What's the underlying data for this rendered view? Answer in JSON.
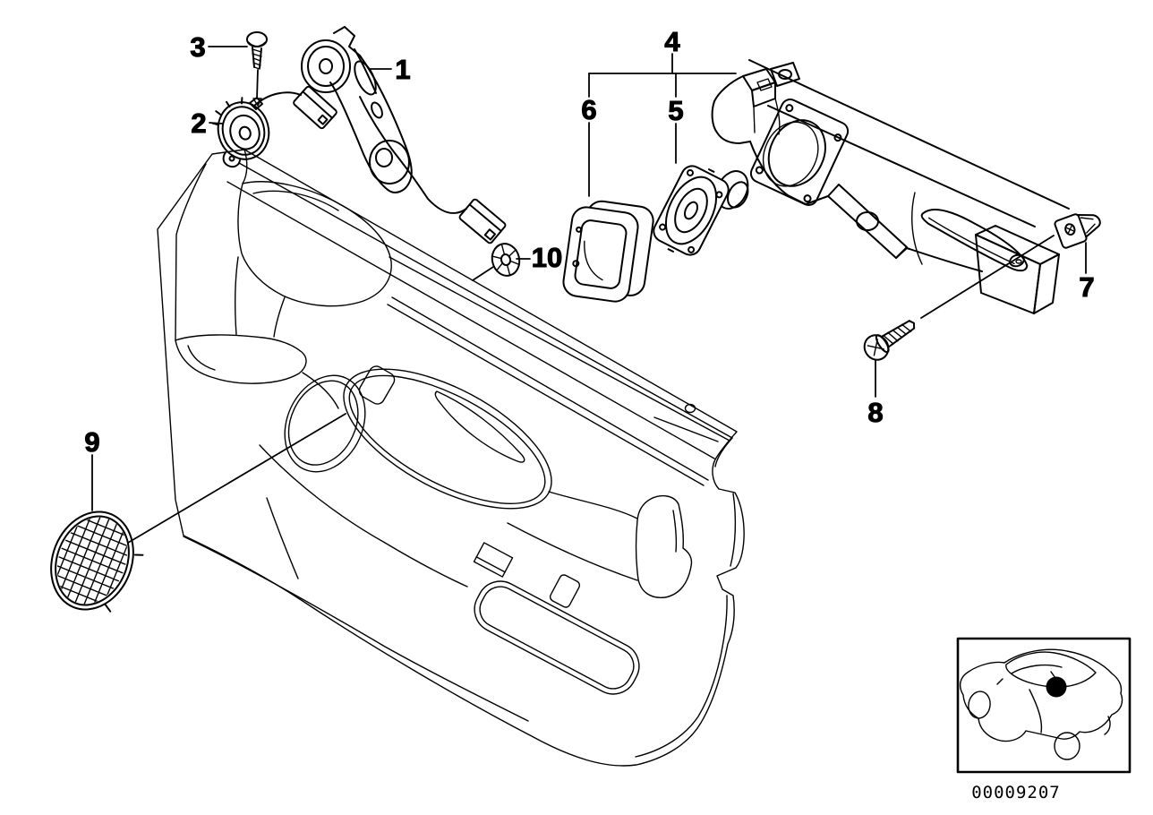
{
  "page": {
    "background_color": "#ffffff",
    "line_color": "#000000"
  },
  "diagram": {
    "type": "exploded-parts-line-drawing",
    "document_number": "00009207",
    "callouts": [
      {
        "label": "1"
      },
      {
        "label": "2"
      },
      {
        "label": "3"
      },
      {
        "label": "4"
      },
      {
        "label": "5"
      },
      {
        "label": "6"
      },
      {
        "label": "7"
      },
      {
        "label": "8"
      },
      {
        "label": "9"
      },
      {
        "label": "10"
      }
    ]
  }
}
